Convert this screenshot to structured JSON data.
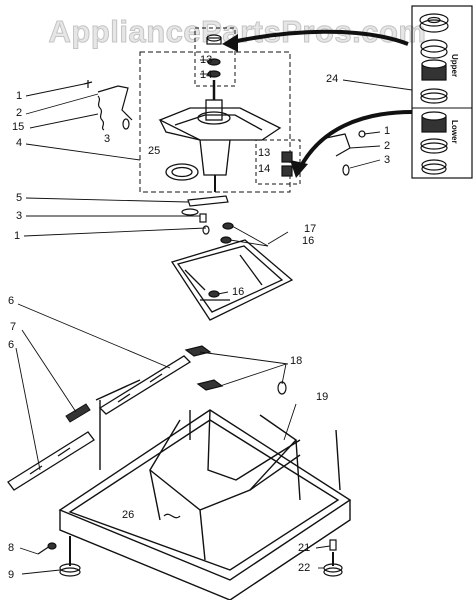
{
  "watermark": "AppliancePartsPros.com",
  "inset": {
    "upper_label": "Upper",
    "lower_label": "Lower"
  },
  "callouts": {
    "c1a": "1",
    "c2a": "2",
    "c15": "15",
    "c3a": "3",
    "c4": "4",
    "c25": "25",
    "c5": "5",
    "c3b": "3",
    "c1b": "1",
    "c13a": "13",
    "c14a": "14",
    "c24": "24",
    "c1c": "1",
    "c2b": "2",
    "c3c": "3",
    "c13b": "13",
    "c14b": "14",
    "c16a": "16",
    "c17": "17",
    "c16b": "16",
    "c6a": "6",
    "c7": "7",
    "c6b": "6",
    "c18": "18",
    "c19": "19",
    "c26": "26",
    "c8": "8",
    "c9": "9",
    "c21": "21",
    "c22": "22"
  }
}
